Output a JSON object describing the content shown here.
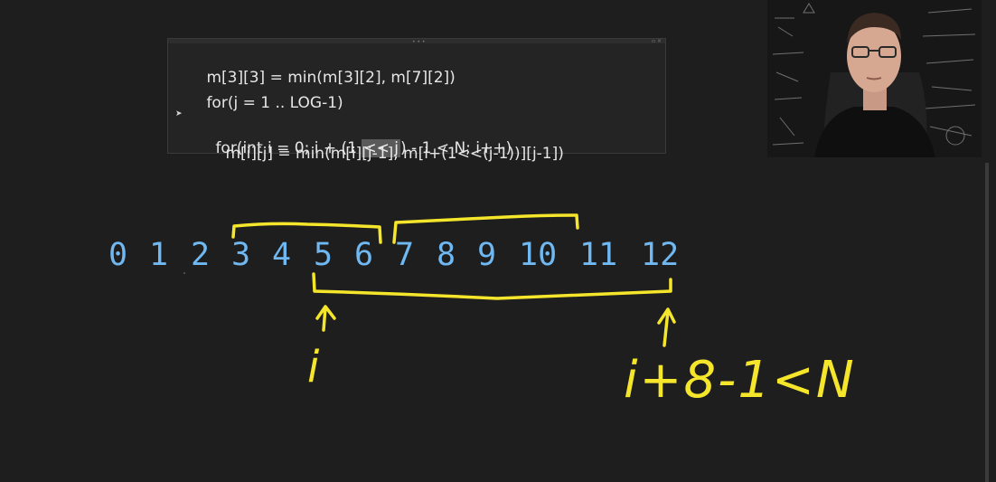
{
  "code": {
    "lines": [
      "m[3][3] = min(m[3][2], m[7][2])",
      "for(j = 1 .. LOG-1)",
      "for(int i = 0; i + (1 ",
      "<< j",
      ") - 1 < N; i++)",
      "m[i][j] = min(m[i][j-1], m[i+(1<<(j-1))][j-1])"
    ]
  },
  "indices": [
    "0",
    "1",
    "2",
    "3",
    "4",
    "5",
    "6",
    "7",
    "8",
    "9",
    "10",
    "11",
    "12"
  ],
  "annotations": {
    "left_label": "i",
    "right_label": "i+8-1<N"
  },
  "colors": {
    "background": "#1e1e1e",
    "index_text": "#6fb8f2",
    "ink": "#f5e62b",
    "code_text": "#e6e6e6"
  }
}
